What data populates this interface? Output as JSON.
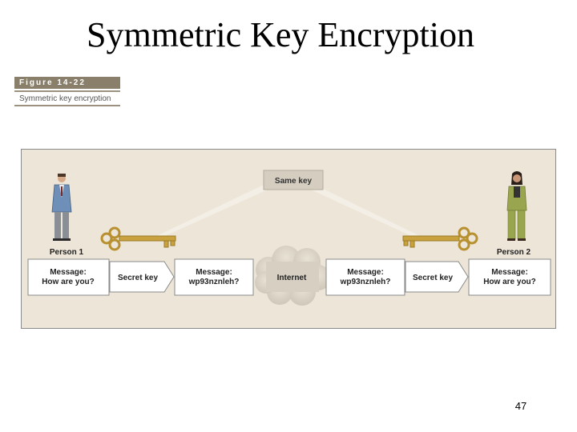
{
  "slide": {
    "title": "Symmetric Key Encryption",
    "page_number": "47"
  },
  "figure": {
    "label": "Figure 14-22",
    "caption": "Symmetric key encryption"
  },
  "diagram": {
    "same_key_label": "Same key",
    "person1": {
      "name": "Person 1",
      "message_line1": "Message:",
      "message_line2": "How are you?"
    },
    "person2": {
      "name": "Person 2",
      "message_line1": "Message:",
      "message_line2": "How are you?"
    },
    "secret_key_left": "Secret key",
    "secret_key_right": "Secret key",
    "encrypted_left": {
      "line1": "Message:",
      "line2": "wp93nznleh?"
    },
    "encrypted_right": {
      "line1": "Message:",
      "line2": "wp93nznleh?"
    },
    "internet_label": "Internet",
    "colors": {
      "panel": "#ece5d8",
      "key_gold": "#c9a23f",
      "box_border": "#8a8a8a",
      "same_key_bg": "#d9d3c7"
    }
  }
}
